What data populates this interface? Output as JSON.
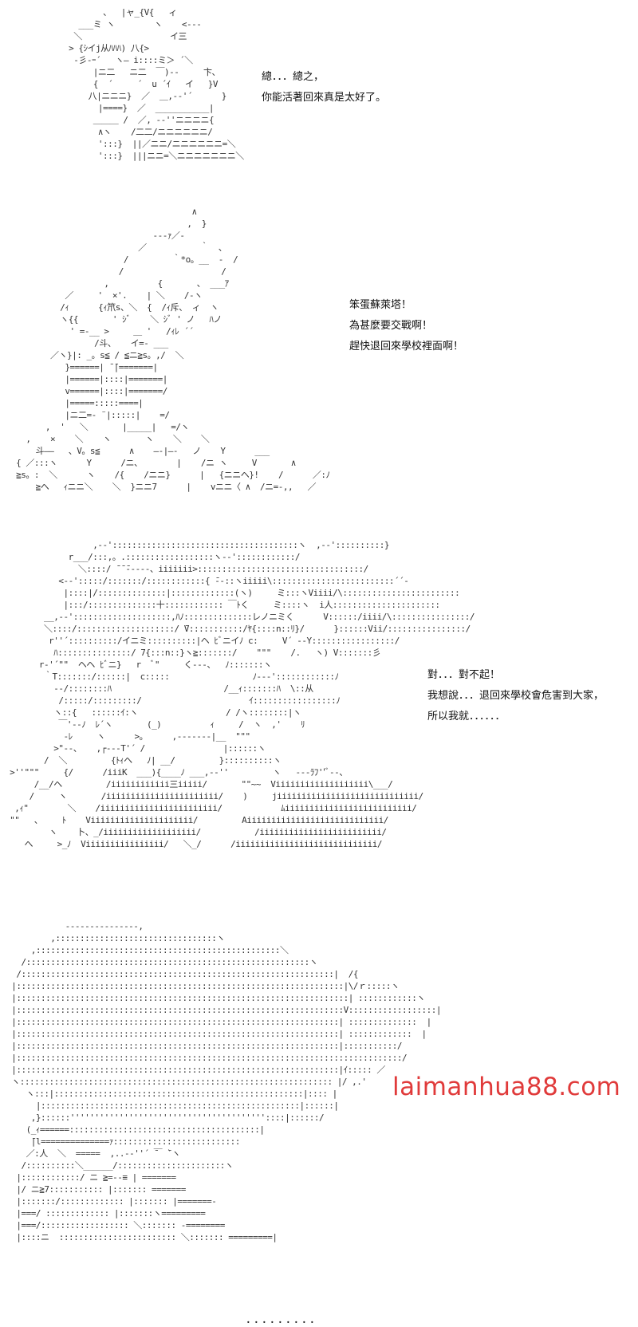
{
  "panel1": {
    "dialogue": [
      "總．．．總之，",
      "你能活著回來真是太好了。"
    ]
  },
  "panel2": {
    "dialogue": [
      "笨蛋蘇萊塔！",
      "為甚麼要交戰啊！",
      "趕快退回來學校裡面啊！"
    ]
  },
  "panel3": {
    "dialogue": [
      "對．．．對不起！",
      "我想說．．．退回來學校會危害到大家，",
      "所以我就．．．．．．"
    ]
  },
  "panel4": {
    "dialogue": [
      "．．．．．．．．．"
    ]
  },
  "watermark": {
    "text": "laimanhua88.com",
    "color": "#e03a3a"
  }
}
